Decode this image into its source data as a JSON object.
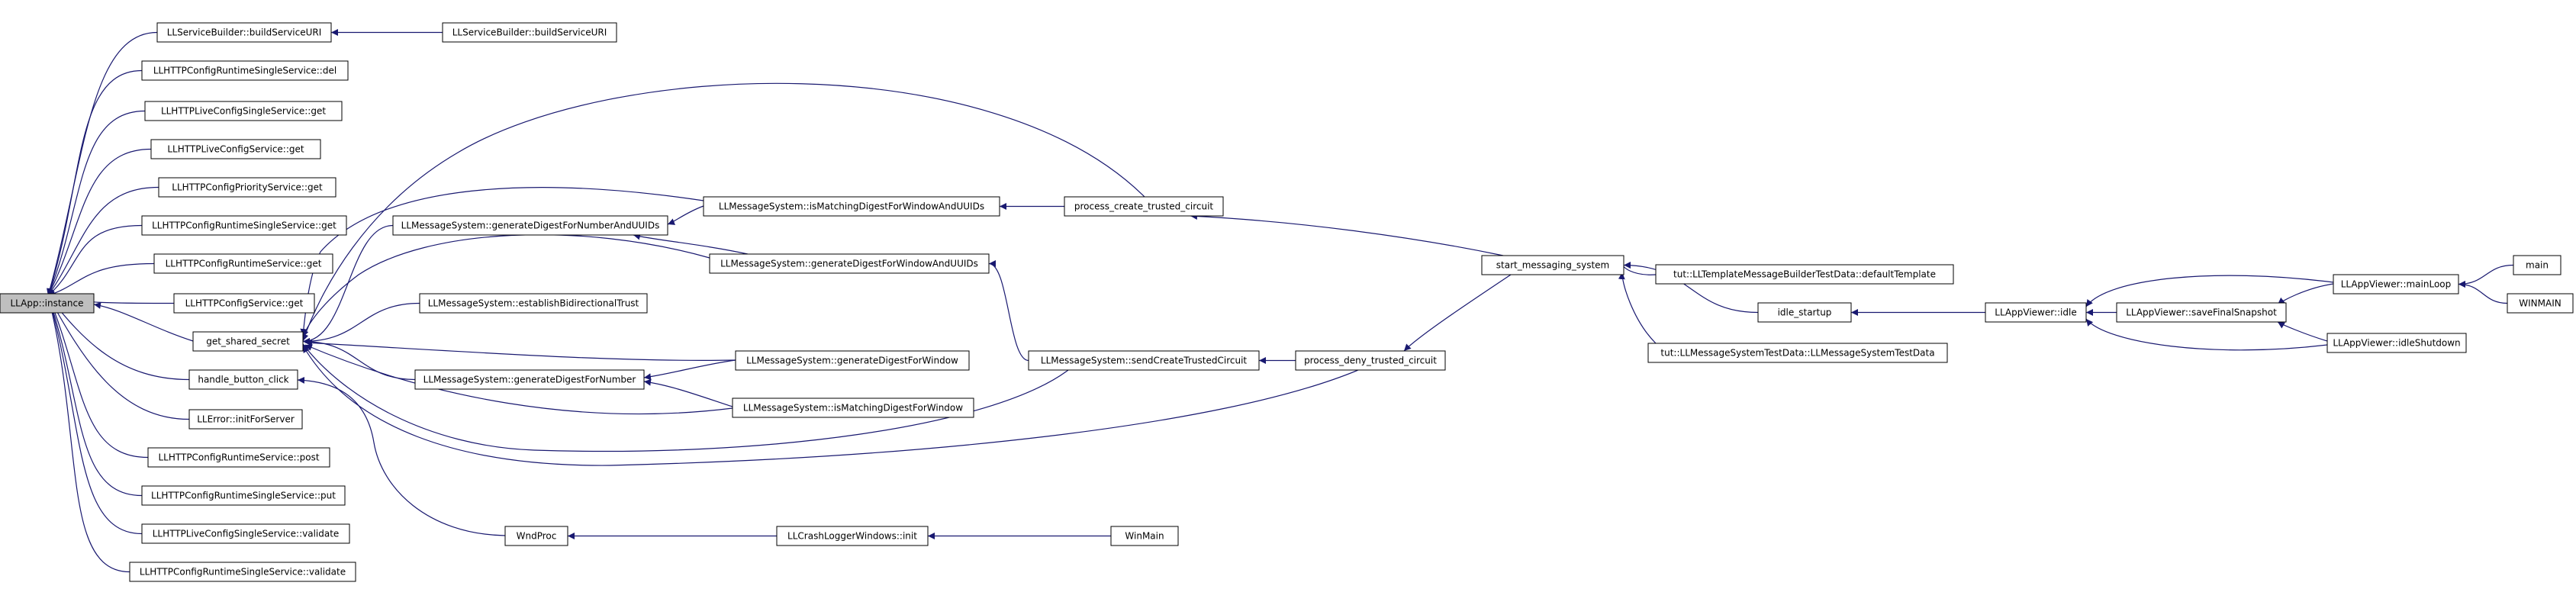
{
  "graph": {
    "edge_color": "#191970",
    "root_fill": "#bfbfbf",
    "nodes": [
      {
        "id": "root",
        "label": "LLApp::instance"
      },
      {
        "id": "bs1",
        "label": "LLServiceBuilder::buildServiceURI"
      },
      {
        "id": "bs2",
        "label": "LLServiceBuilder::buildServiceURI"
      },
      {
        "id": "del",
        "label": "LLHTTPConfigRuntimeSingleService::del"
      },
      {
        "id": "g1",
        "label": "LLHTTPLiveConfigSingleService::get"
      },
      {
        "id": "g2",
        "label": "LLHTTPLiveConfigService::get"
      },
      {
        "id": "g3",
        "label": "LLHTTPConfigPriorityService::get"
      },
      {
        "id": "g4",
        "label": "LLHTTPConfigRuntimeSingleService::get"
      },
      {
        "id": "g5",
        "label": "LLHTTPConfigRuntimeService::get"
      },
      {
        "id": "g6",
        "label": "LLHTTPConfigService::get"
      },
      {
        "id": "gss",
        "label": "get_shared_secret"
      },
      {
        "id": "hbc",
        "label": "handle_button_click"
      },
      {
        "id": "err",
        "label": "LLError::initForServer"
      },
      {
        "id": "post",
        "label": "LLHTTPConfigRuntimeService::post"
      },
      {
        "id": "put",
        "label": "LLHTTPConfigRuntimeSingleService::put"
      },
      {
        "id": "v1",
        "label": "LLHTTPLiveConfigSingleService::validate"
      },
      {
        "id": "v2",
        "label": "LLHTTPConfigRuntimeSingleService::validate"
      },
      {
        "id": "gdnu",
        "label": "LLMessageSystem::generateDigestForNumberAndUUIDs"
      },
      {
        "id": "ebt",
        "label": "LLMessageSystem::establishBidirectionalTrust"
      },
      {
        "id": "gdn",
        "label": "LLMessageSystem::generateDigestForNumber"
      },
      {
        "id": "imwu",
        "label": "LLMessageSystem::isMatchingDigestForWindowAndUUIDs"
      },
      {
        "id": "gdwu",
        "label": "LLMessageSystem::generateDigestForWindowAndUUIDs"
      },
      {
        "id": "gdw",
        "label": "LLMessageSystem::generateDigestForWindow"
      },
      {
        "id": "imw",
        "label": "LLMessageSystem::isMatchingDigestForWindow"
      },
      {
        "id": "pctc",
        "label": "process_create_trusted_circuit"
      },
      {
        "id": "sctc",
        "label": "LLMessageSystem::sendCreateTrustedCircuit"
      },
      {
        "id": "pdtc",
        "label": "process_deny_trusted_circuit"
      },
      {
        "id": "sms",
        "label": "start_messaging_system"
      },
      {
        "id": "tut1",
        "label": "tut::LLTemplateMessageBuilderTestData::defaultTemplate"
      },
      {
        "id": "idle",
        "label": "idle_startup"
      },
      {
        "id": "tut2",
        "label": "tut::LLMessageSystemTestData::LLMessageSystemTestData"
      },
      {
        "id": "avidle",
        "label": "LLAppViewer::idle"
      },
      {
        "id": "avml",
        "label": "LLAppViewer::mainLoop"
      },
      {
        "id": "avsfs",
        "label": "LLAppViewer::saveFinalSnapshot"
      },
      {
        "id": "avis",
        "label": "LLAppViewer::idleShutdown"
      },
      {
        "id": "main",
        "label": "main"
      },
      {
        "id": "winmain_caps",
        "label": "WINMAIN"
      },
      {
        "id": "wndproc",
        "label": "WndProc"
      },
      {
        "id": "clw",
        "label": "LLCrashLoggerWindows::init"
      },
      {
        "id": "winmain",
        "label": "WinMain"
      }
    ],
    "edges": [
      [
        "bs1",
        "root"
      ],
      [
        "del",
        "root"
      ],
      [
        "g1",
        "root"
      ],
      [
        "g2",
        "root"
      ],
      [
        "g3",
        "root"
      ],
      [
        "g4",
        "root"
      ],
      [
        "g5",
        "root"
      ],
      [
        "g6",
        "root"
      ],
      [
        "gss",
        "root"
      ],
      [
        "hbc",
        "root"
      ],
      [
        "err",
        "root"
      ],
      [
        "post",
        "root"
      ],
      [
        "put",
        "root"
      ],
      [
        "v1",
        "root"
      ],
      [
        "v2",
        "root"
      ],
      [
        "bs2",
        "bs1"
      ],
      [
        "gdnu",
        "gss"
      ],
      [
        "ebt",
        "gss"
      ],
      [
        "gdn",
        "gss"
      ],
      [
        "imwu",
        "gss"
      ],
      [
        "gdwu",
        "gss"
      ],
      [
        "gdw",
        "gss"
      ],
      [
        "imw",
        "gss"
      ],
      [
        "pctc",
        "gss"
      ],
      [
        "sctc",
        "gss"
      ],
      [
        "pdtc",
        "gss"
      ],
      [
        "imwu",
        "gdnu"
      ],
      [
        "gdwu",
        "gdnu"
      ],
      [
        "gdw",
        "gdn"
      ],
      [
        "imw",
        "gdn"
      ],
      [
        "pctc",
        "imwu"
      ],
      [
        "sctc",
        "gdwu"
      ],
      [
        "pdtc",
        "sctc"
      ],
      [
        "sms",
        "pctc"
      ],
      [
        "sms",
        "pdtc"
      ],
      [
        "tut1",
        "sms"
      ],
      [
        "idle",
        "sms"
      ],
      [
        "tut2",
        "sms"
      ],
      [
        "avidle",
        "idle"
      ],
      [
        "avml",
        "avidle"
      ],
      [
        "avsfs",
        "avidle"
      ],
      [
        "avis",
        "avidle"
      ],
      [
        "avml",
        "avsfs"
      ],
      [
        "avis",
        "avsfs"
      ],
      [
        "main",
        "avml"
      ],
      [
        "winmain_caps",
        "avml"
      ],
      [
        "wndproc",
        "hbc"
      ],
      [
        "clw",
        "wndproc"
      ],
      [
        "winmain",
        "clw"
      ]
    ]
  }
}
